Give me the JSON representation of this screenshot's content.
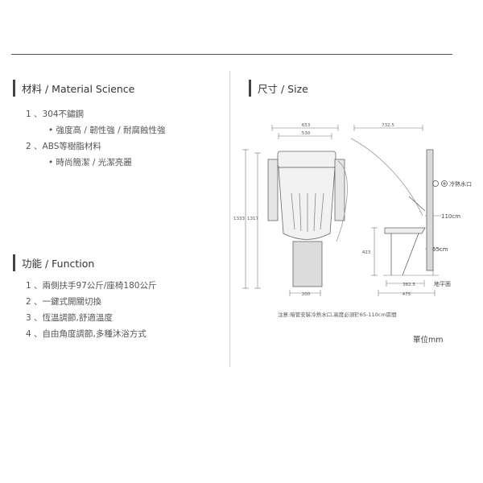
{
  "materials": {
    "title": "材料 / Material Science",
    "items": [
      {
        "label": "1 、304不鏽鋼",
        "sub": "• 強度高 / 韌性強 / 耐腐蝕性強"
      },
      {
        "label": "2 、ABS等樹脂材料",
        "sub": "• 時尚簡潔 / 光潔亮麗"
      }
    ]
  },
  "function": {
    "title": "功能 / Function",
    "items": [
      "1 、兩側扶手97公斤/座椅180公斤",
      "2 、一鍵式開關切換",
      "3 、恆溫調節,舒適溫度",
      "4 、自由角度調節,多種沐浴方式"
    ]
  },
  "size": {
    "title": "尺寸 / Size",
    "dims": {
      "d653": "653",
      "d530": "530",
      "d7325": "732.5",
      "d1333": "1333",
      "d1317": "1317",
      "d423": "423",
      "d200": "200",
      "d3825": "382.5",
      "d475": "475"
    },
    "labels": {
      "water_inlet": "冷熱水口",
      "h110": "110cm",
      "h65": "65cm",
      "floor": "地平面"
    },
    "note": "注意:暗管安裝冷熱水口,高度必須於65-110cm區間",
    "unit": "單位mm"
  }
}
